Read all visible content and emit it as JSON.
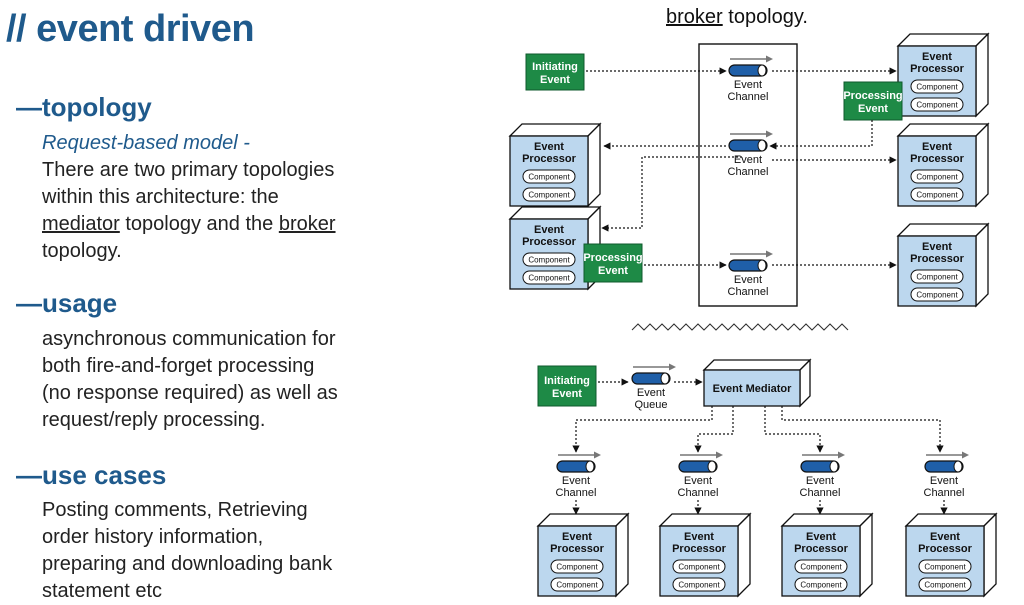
{
  "title": "// event driven",
  "topology": {
    "heading": "—topology",
    "model": "Request-based model -",
    "line1": "There are two primary topologies",
    "line2": "within this architecture: the",
    "mediator_word": "mediator",
    "line3_mid": " topology and the ",
    "broker_word": "broker",
    "line4": "topology."
  },
  "usage": {
    "heading": "—usage",
    "lines": [
      "asynchronous communication for",
      "both fire-and-forget processing",
      "(no response required) as well as",
      "request/reply processing."
    ]
  },
  "use_cases": {
    "heading": "—use cases",
    "lines": [
      "Posting comments, Retrieving",
      "order history information,",
      "preparing and downloading bank",
      "statement etc"
    ]
  },
  "diagram": {
    "caption_link": "broker",
    "caption_rest": " topology.",
    "initiating_event": [
      "Initiating",
      "Event"
    ],
    "processing_event": [
      "Processing",
      "Event"
    ],
    "event_processor": [
      "Event",
      "Processor"
    ],
    "component": "Component",
    "event_channel": [
      "Event",
      "Channel"
    ],
    "event_queue": [
      "Event",
      "Queue"
    ],
    "event_mediator": "Event Mediator"
  },
  "colors": {
    "accent": "#1f5a8c",
    "green": "#1e8a46",
    "box_fill": "#bcd7ee",
    "channel_blue": "#1f5fa8"
  }
}
